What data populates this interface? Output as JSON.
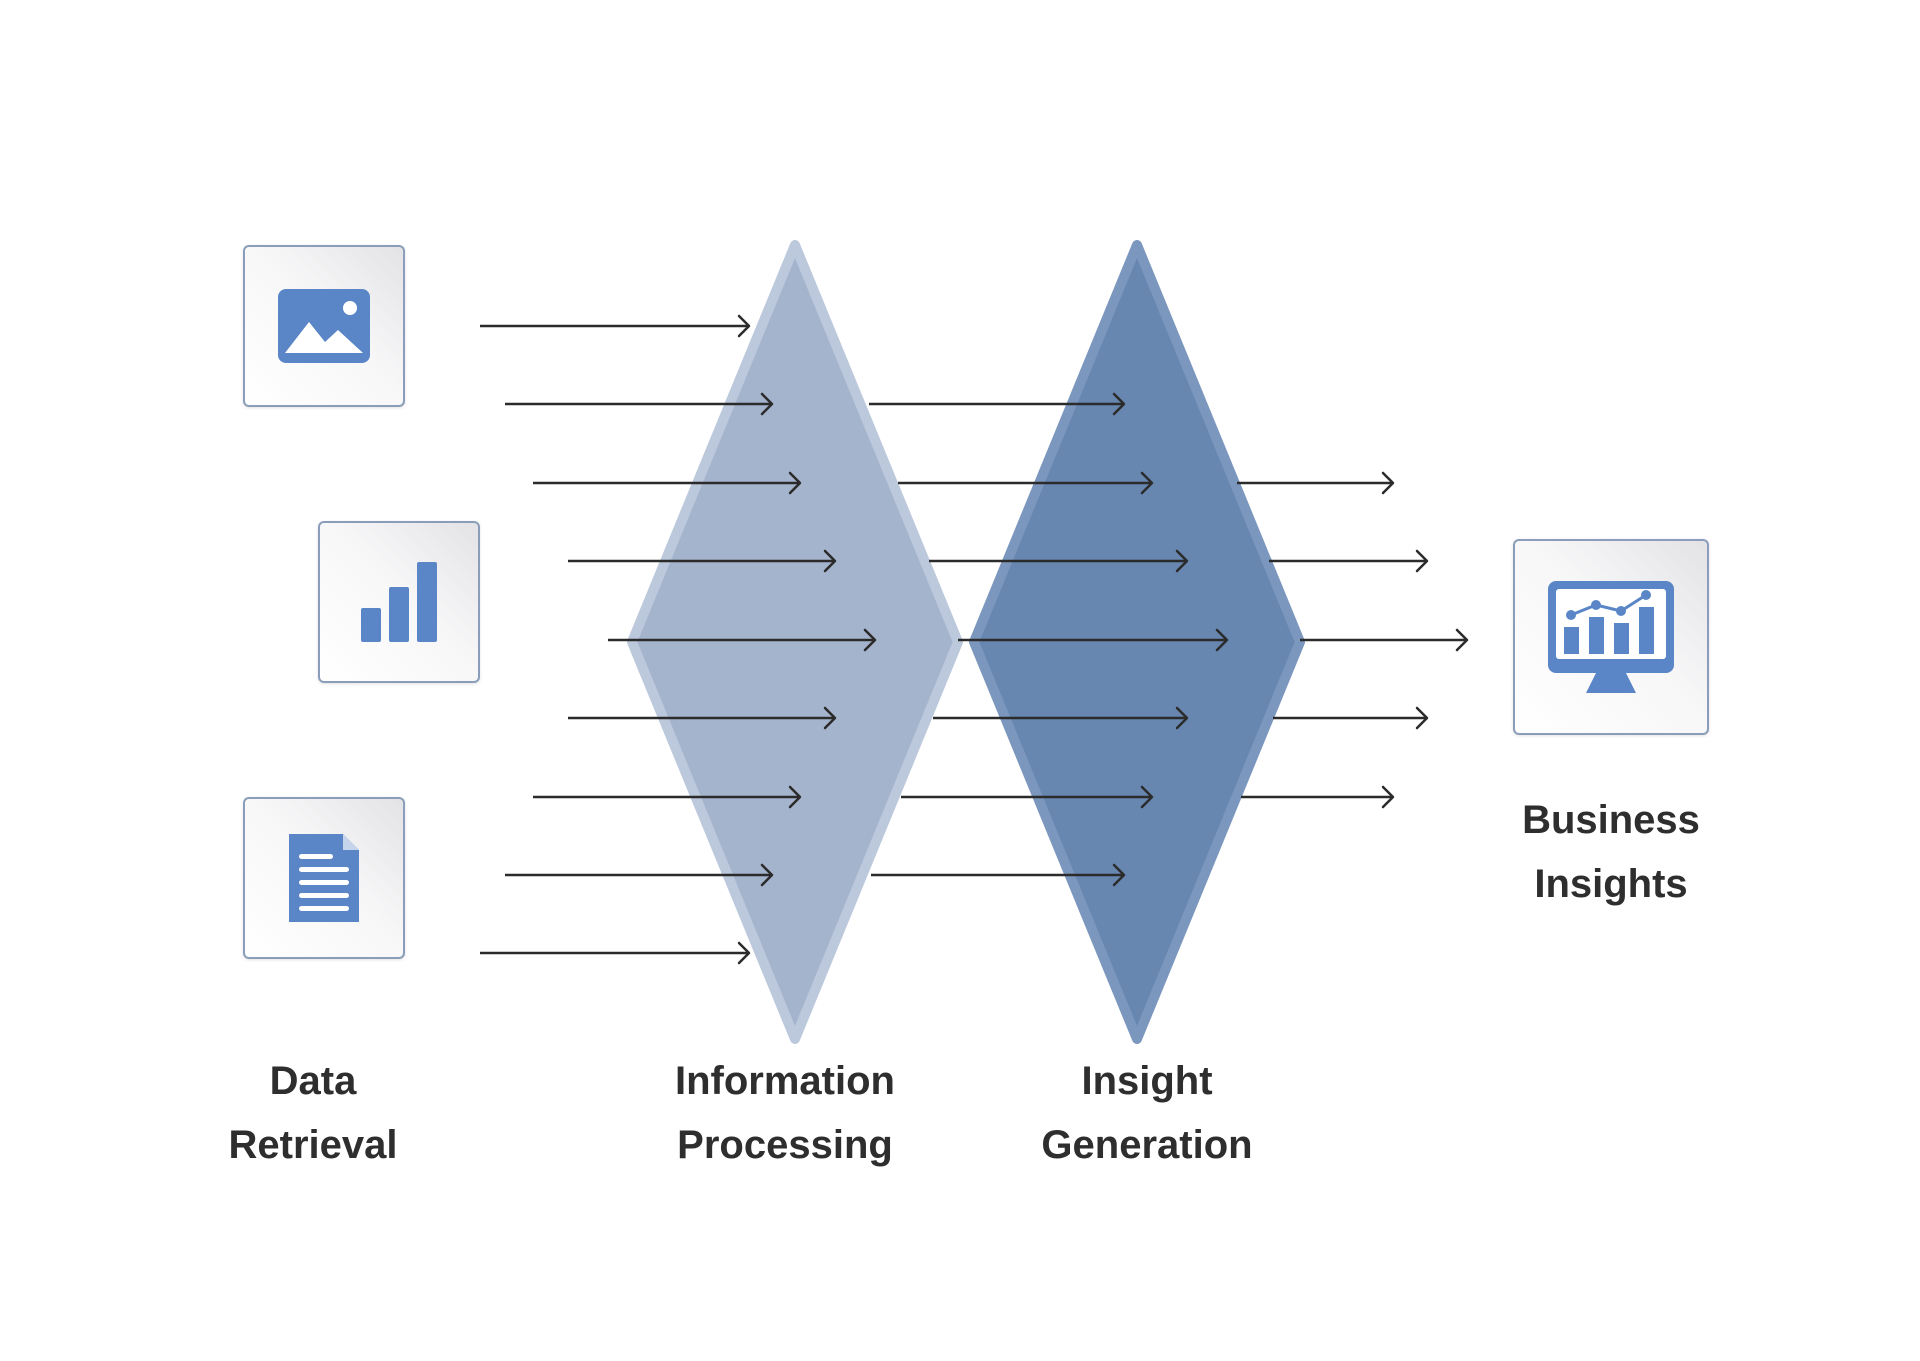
{
  "stages": [
    {
      "id": "data-retrieval",
      "lines": [
        "Data",
        "Retrieval"
      ]
    },
    {
      "id": "information-processing",
      "lines": [
        "Information",
        "Processing"
      ]
    },
    {
      "id": "insight-generation",
      "lines": [
        "Insight",
        "Generation"
      ]
    },
    {
      "id": "business-insights",
      "lines": [
        "Business",
        "Insights"
      ]
    }
  ],
  "source_icons": [
    "image-icon",
    "bar-chart-icon",
    "document-icon"
  ],
  "output_icon": "monitor-chart-icon",
  "colors": {
    "processing_fill": "#a5b4cd",
    "generation_fill": "#6787b1",
    "icon_fill": "#5a86c8",
    "box_border": "#8a9dba",
    "arrow": "#2b2b2b",
    "text": "#2e2e2e"
  }
}
